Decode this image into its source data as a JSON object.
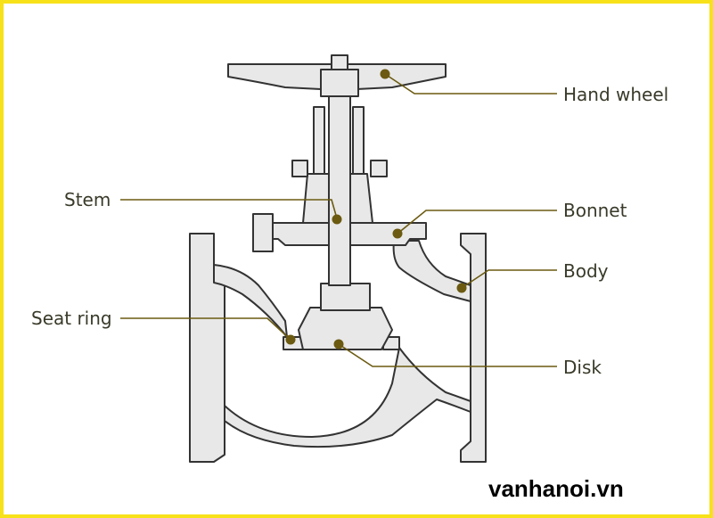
{
  "diagram": {
    "labels": {
      "hand_wheel": "Hand wheel",
      "stem": "Stem",
      "bonnet": "Bonnet",
      "body": "Body",
      "seat_ring": "Seat ring",
      "disk": "Disk"
    },
    "watermark": "vanhanoi.vn",
    "colors": {
      "border": "#f7e21a",
      "leader": "#6b5a10",
      "marker": "#6b5a10",
      "outline": "#333333",
      "section": "#e6e6e6"
    }
  }
}
